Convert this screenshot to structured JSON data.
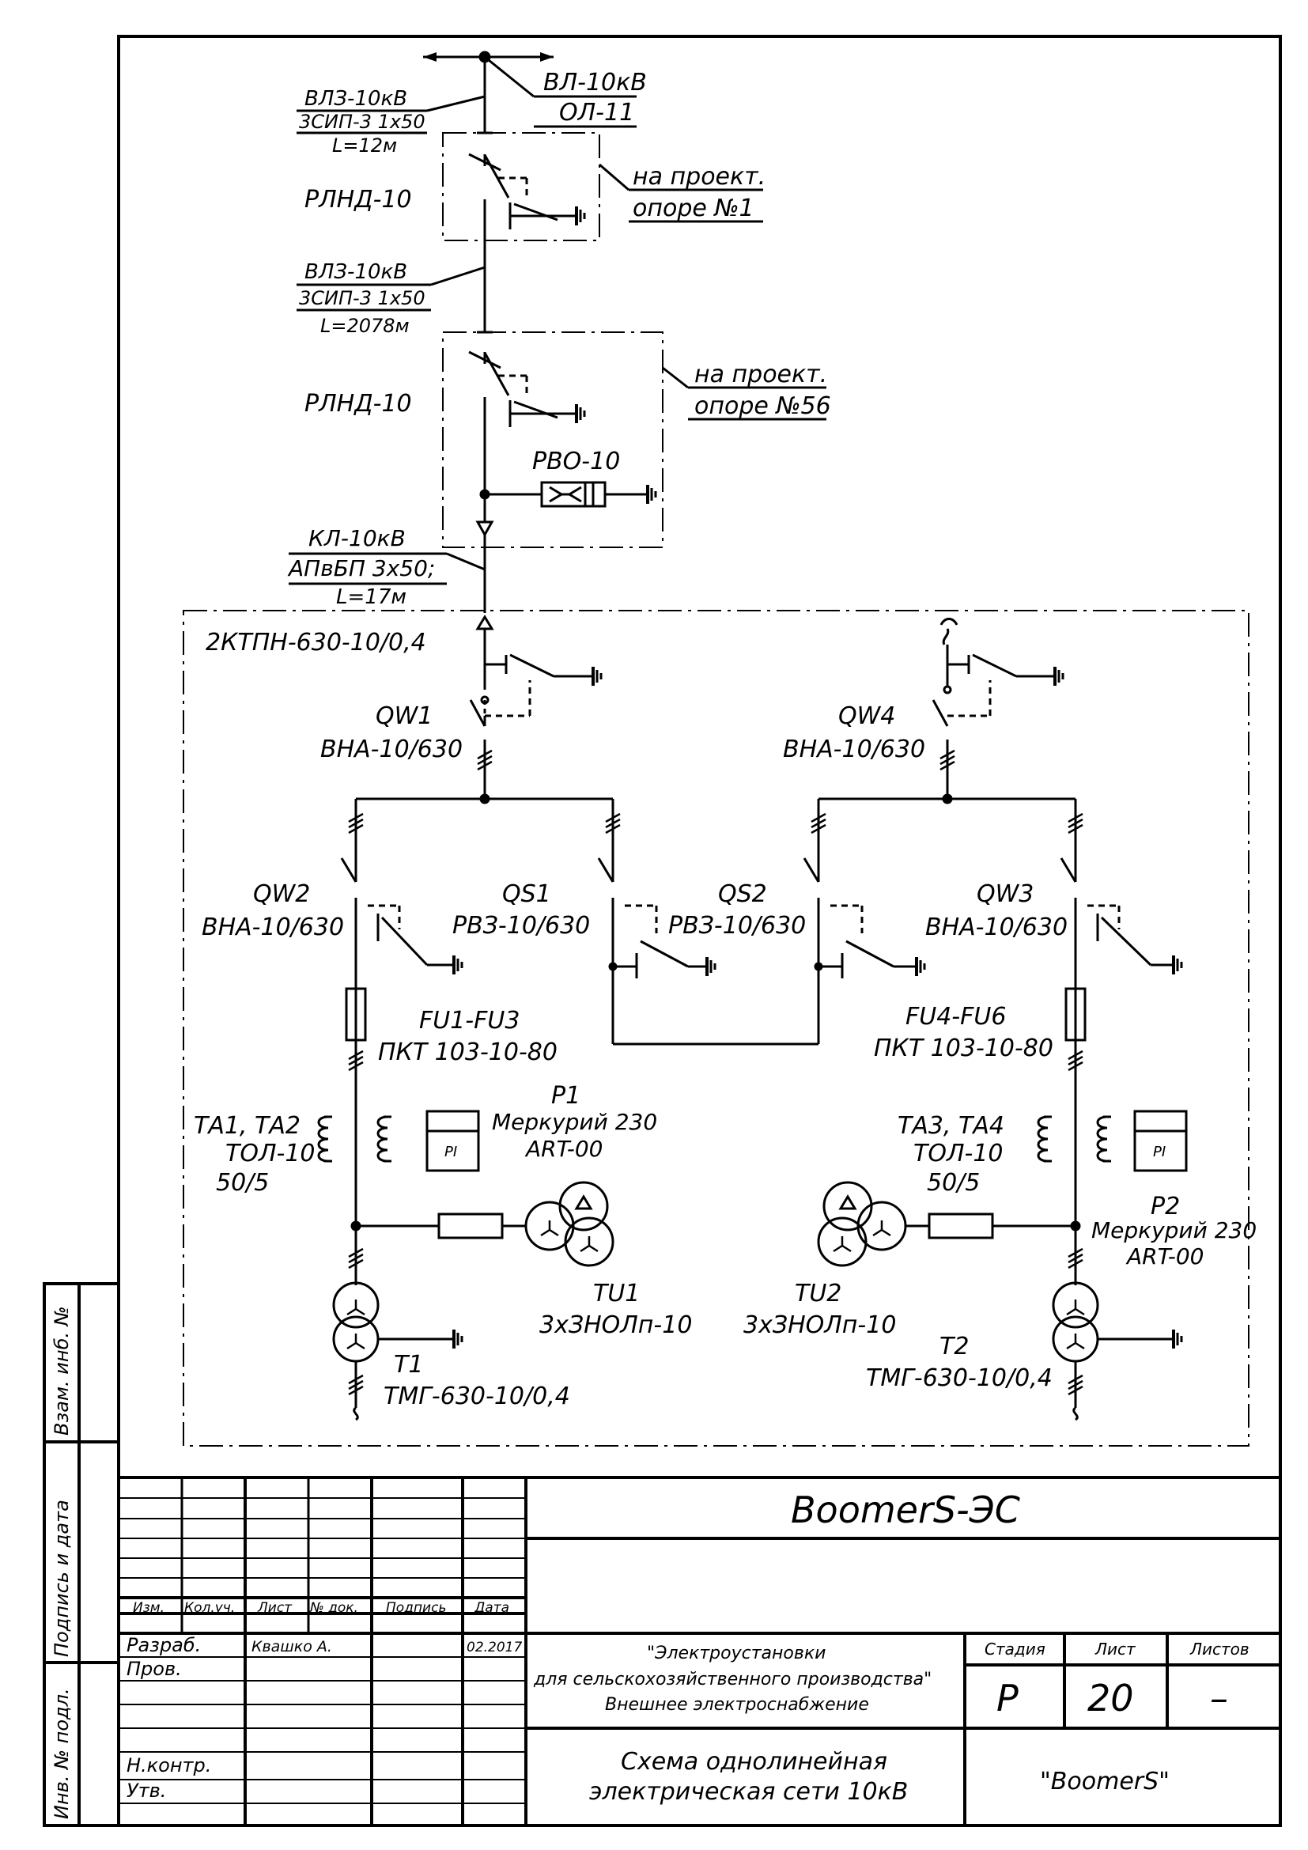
{
  "line_top": {
    "a": "ВЛЗ-10кВ",
    "b": "3СИП-3 1х50",
    "c": "L=12м"
  },
  "line_main": {
    "a": "ВЛ-10кВ",
    "b": "ОЛ-11"
  },
  "rlnd1": "РЛНД-10",
  "note1": {
    "a": "на проект.",
    "b": "опоре №1"
  },
  "line_mid": {
    "a": "ВЛЗ-10кВ",
    "b": "3СИП-3 1х50",
    "c": "L=2078м"
  },
  "rlnd2": "РЛНД-10",
  "note2": {
    "a": "на проект.",
    "b": "опоре №56"
  },
  "rvo": "РВО-10",
  "cable": {
    "a": "КЛ-10кВ",
    "b": "АПвБП 3х50;",
    "c": "L=17м"
  },
  "ktp": "2КТПН-630-10/0,4",
  "qw1": {
    "a": "QW1",
    "b": "ВНА-10/630"
  },
  "qw4": {
    "a": "QW4",
    "b": "ВНА-10/630"
  },
  "qw2": {
    "a": "QW2",
    "b": "ВНА-10/630"
  },
  "qs1": {
    "a": "QS1",
    "b": "РВЗ-10/630"
  },
  "qs2": {
    "a": "QS2",
    "b": "РВЗ-10/630"
  },
  "qw3": {
    "a": "QW3",
    "b": "ВНА-10/630"
  },
  "fu1": {
    "a": "FU1-FU3",
    "b": "ПКТ 103-10-80"
  },
  "fu4": {
    "a": "FU4-FU6",
    "b": "ПКТ 103-10-80"
  },
  "ta1": {
    "a": "ТА1, ТА2",
    "b": "ТОЛ-10",
    "c": "50/5"
  },
  "ta3": {
    "a": "ТА3, ТА4",
    "b": "ТОЛ-10",
    "c": "50/5"
  },
  "p1": {
    "a": "P1",
    "b": "Меркурий 230",
    "c": "ART-00"
  },
  "p2": {
    "a": "P2",
    "b": "Меркурий 230",
    "c": "ART-00"
  },
  "pi": "PI",
  "tu1": {
    "a": "TU1",
    "b": "3хЗНОЛп-10"
  },
  "tu2": {
    "a": "TU2",
    "b": "3хЗНОЛп-10"
  },
  "t1": {
    "a": "T1",
    "b": "ТМГ-630-10/0,4"
  },
  "t2": {
    "a": "T2",
    "b": "ТМГ-630-10/0,4"
  },
  "side": {
    "a": "Взам. инб. №",
    "b": "Подпись и дата",
    "c": "Инв. № подл."
  },
  "title_block": {
    "code": "BoomerS-ЭС",
    "headers": [
      "Изм.",
      "Кол.уч.",
      "Лист",
      "№ док.",
      "Подпись",
      "Дата"
    ],
    "roles": [
      "Разраб.",
      "Пров.",
      "",
      "Н.контр.",
      "Утв."
    ],
    "developer": "Квашко А.",
    "date": "02.2017",
    "project": [
      "\"Электроустановки",
      "для сельскохозяйственного производства\"",
      "Внешнее электроснабжение"
    ],
    "stage_label": "Стадия",
    "sheet_label": "Лист",
    "sheets_label": "Листов",
    "stage": "Р",
    "sheet": "20",
    "sheets": "–",
    "drawing_title": [
      "Схема однолинейная",
      "электрическая сети 10кВ"
    ],
    "org": "\"BoomerS\""
  }
}
